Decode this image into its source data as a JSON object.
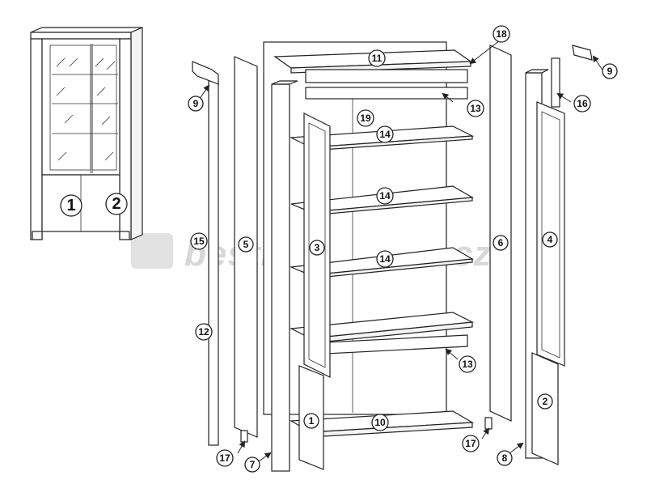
{
  "watermark": {
    "text": "bestkynabytek.cz"
  },
  "overview_labels": [
    "1",
    "2"
  ],
  "parts": [
    "1",
    "2",
    "3",
    "4",
    "5",
    "6",
    "7",
    "8",
    "9",
    "9",
    "10",
    "11",
    "12",
    "13",
    "13",
    "14",
    "14",
    "14",
    "15",
    "16",
    "17",
    "17",
    "18",
    "19"
  ],
  "colors": {
    "line": "#222222",
    "watermark": "#d8d8d8"
  }
}
